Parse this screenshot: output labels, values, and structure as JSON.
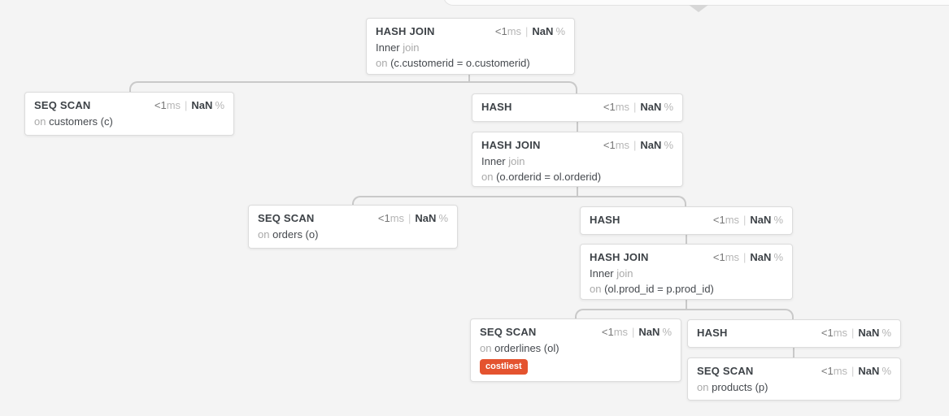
{
  "colors": {
    "badge": "#e4532f",
    "connector": "#c9c9c9",
    "node_border": "#dcdcdc",
    "background": "#f4f4f4"
  },
  "icons": {
    "collapse_caret": "caret-down-icon"
  },
  "nodes": [
    {
      "title": "HASH JOIN",
      "duration_value": "<1",
      "duration_unit": "ms",
      "divider": "|",
      "percent_value": "NaN",
      "percent_unit": "%",
      "join_modifier": "Inner",
      "join_word": "join",
      "on_word": "on",
      "on_target": "(c.customerid = o.customerid)"
    },
    {
      "title": "SEQ SCAN",
      "duration_value": "<1",
      "duration_unit": "ms",
      "divider": "|",
      "percent_value": "NaN",
      "percent_unit": "%",
      "on_word": "on",
      "on_target": "customers (c)"
    },
    {
      "title": "HASH",
      "duration_value": "<1",
      "duration_unit": "ms",
      "divider": "|",
      "percent_value": "NaN",
      "percent_unit": "%"
    },
    {
      "title": "HASH JOIN",
      "duration_value": "<1",
      "duration_unit": "ms",
      "divider": "|",
      "percent_value": "NaN",
      "percent_unit": "%",
      "join_modifier": "Inner",
      "join_word": "join",
      "on_word": "on",
      "on_target": "(o.orderid = ol.orderid)"
    },
    {
      "title": "SEQ SCAN",
      "duration_value": "<1",
      "duration_unit": "ms",
      "divider": "|",
      "percent_value": "NaN",
      "percent_unit": "%",
      "on_word": "on",
      "on_target": "orders (o)"
    },
    {
      "title": "HASH",
      "duration_value": "<1",
      "duration_unit": "ms",
      "divider": "|",
      "percent_value": "NaN",
      "percent_unit": "%"
    },
    {
      "title": "HASH JOIN",
      "duration_value": "<1",
      "duration_unit": "ms",
      "divider": "|",
      "percent_value": "NaN",
      "percent_unit": "%",
      "join_modifier": "Inner",
      "join_word": "join",
      "on_word": "on",
      "on_target": "(ol.prod_id = p.prod_id)"
    },
    {
      "title": "SEQ SCAN",
      "duration_value": "<1",
      "duration_unit": "ms",
      "divider": "|",
      "percent_value": "NaN",
      "percent_unit": "%",
      "on_word": "on",
      "on_target": "orderlines (ol)",
      "badge": "costliest"
    },
    {
      "title": "HASH",
      "duration_value": "<1",
      "duration_unit": "ms",
      "divider": "|",
      "percent_value": "NaN",
      "percent_unit": "%"
    },
    {
      "title": "SEQ SCAN",
      "duration_value": "<1",
      "duration_unit": "ms",
      "divider": "|",
      "percent_value": "NaN",
      "percent_unit": "%",
      "on_word": "on",
      "on_target": "products (p)"
    }
  ]
}
